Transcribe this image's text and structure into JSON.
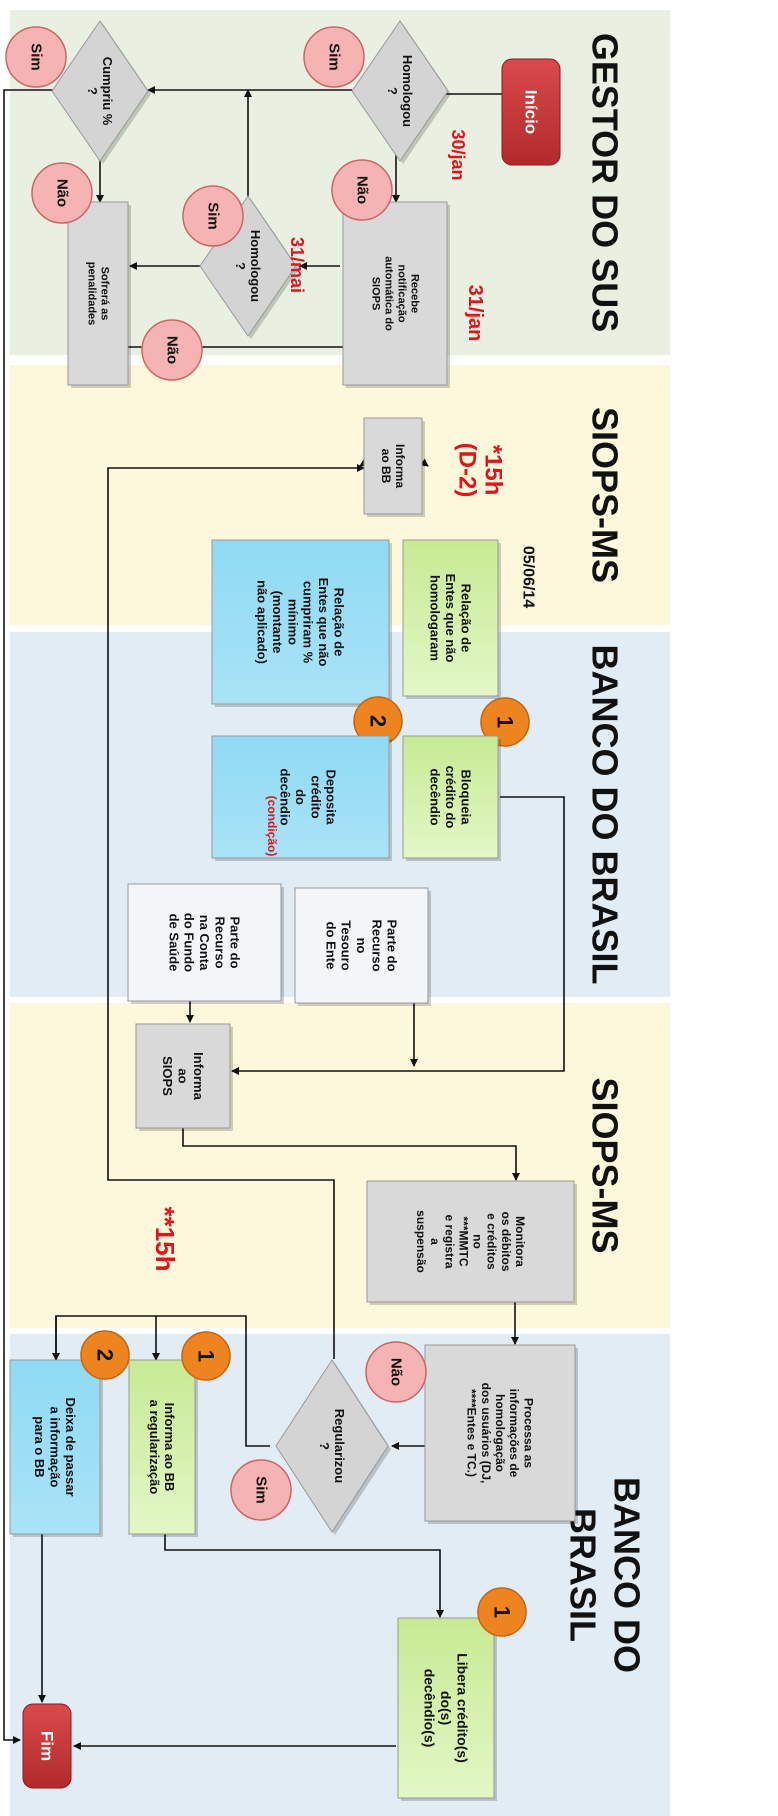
{
  "colors": {
    "lane_gestor": "#e9efe1",
    "lane_siops": "#fdf8dc",
    "lane_banco": "#e1ecf4",
    "terminal": "#b32a2c",
    "gray_box": "#d9d9d9",
    "green_box": "#e2f7c6",
    "blue_box": "#a9e3f7",
    "decision": "#d4d4d4",
    "answer_circle": "#f6b3b3",
    "number_circle": "#ed8420",
    "deadline_red": "#e0141b"
  },
  "lanes": {
    "gestor": "GESTOR DO SUS",
    "siops_1": "SIOPS-MS",
    "banco_1": "BANCO DO BRASIL",
    "siops_2": "SIOPS-MS",
    "banco_2_line1": "BANCO DO",
    "banco_2_line2": "BRASIL"
  },
  "terminals": {
    "start": "Início",
    "end": "Fim"
  },
  "deadlines": {
    "jan30": "30/jan",
    "jan31": "31/jan",
    "mai31": "31/mai",
    "h15_line1": "*15h",
    "h15_line2": "(D-2)",
    "date": "05/06/14",
    "h15_2": "**15h"
  },
  "answers": {
    "yes": "Sim",
    "no": "Não"
  },
  "numbers": {
    "one": "1",
    "two": "2"
  },
  "decisions": {
    "homologou_1": [
      "Homologou",
      "?"
    ],
    "cumpriu": [
      "Cumpriu %",
      "?"
    ],
    "homologou_2": [
      "Homologou",
      "?"
    ],
    "regularizou": [
      "Regularizou",
      "?"
    ]
  },
  "boxes": {
    "recebe": [
      "Recebe",
      "notificação",
      "automática do",
      "SIOPS"
    ],
    "sofrera": [
      "Sofrerá as",
      "penalidades"
    ],
    "informa_bb": [
      "Informa",
      "ao BB"
    ],
    "relacao_nao_homologaram": [
      "Relação de",
      "Entes que não",
      "homologaram"
    ],
    "relacao_nao_cumpriram": [
      "Relação de",
      "Entes que não",
      "cumpriram %",
      "mínimo",
      "(montante",
      "não aplicado)"
    ],
    "bloqueia": [
      "Bloqueia",
      "crédito do",
      "decêndio"
    ],
    "deposita": [
      "Deposita",
      "crédito",
      "do",
      "decêndio"
    ],
    "deposita_condicao": "(condição)",
    "parte_tesouro": [
      "Parte do",
      "Recurso",
      "no",
      "Tesouro",
      "do Ente"
    ],
    "parte_fundo": [
      "Parte do",
      "Recurso",
      "na Conta",
      "do Fundo",
      "de Saúde"
    ],
    "informa_siops": [
      "Informa",
      "ao",
      "SIOPS"
    ],
    "monitora": [
      "Monitora",
      "os débitos",
      "e créditos",
      "no",
      "***MMTC",
      "e registra",
      "a",
      "suspensão"
    ],
    "processa": [
      "Processa as",
      "informações de",
      "homologação",
      "dos usuários (DJ,",
      "****Entes e TC.)"
    ],
    "informa_regularizacao": [
      "Informa ao BB",
      "a regularização"
    ],
    "deixa": [
      "Deixa de passar",
      "a informação",
      "para o BB"
    ],
    "libera": [
      "Libera crédito(s)",
      "do(s)",
      "decêndio(s)"
    ]
  }
}
